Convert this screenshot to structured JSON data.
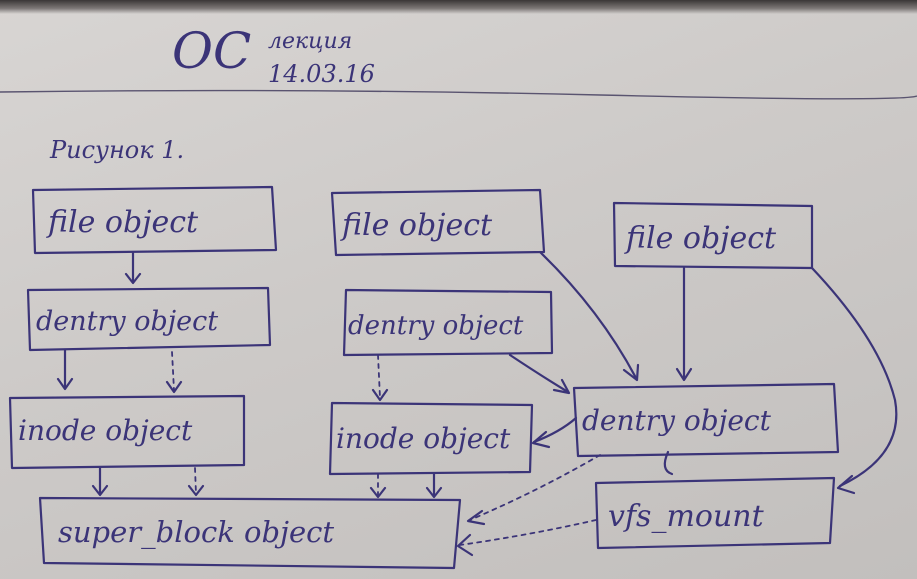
{
  "header": {
    "title": "ОС",
    "subtitle": "лекция",
    "date": "14.03.16"
  },
  "figure_caption": "Рисунок 1.",
  "boxes": {
    "left_file": "file object",
    "left_dentry": "dentry object",
    "left_inode": "inode object",
    "superblock": "super_block object",
    "mid_file": "file object",
    "mid_dentry": "dentry object",
    "mid_inode": "inode object",
    "right_file": "file object",
    "right_dentry": "dentry object",
    "vfsmount": "vfs_mount"
  },
  "colors": {
    "ink": "#3b3478",
    "paper": "#d2cfcd"
  }
}
